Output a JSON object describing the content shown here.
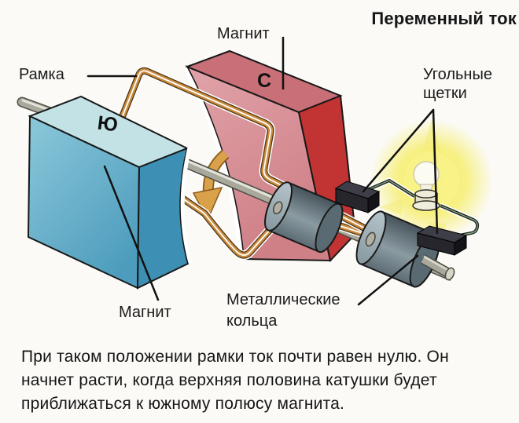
{
  "title": "Переменный ток",
  "labels": {
    "magnet_top": "Магнит",
    "frame": "Рамка",
    "brushes_line1": "Угольные",
    "brushes_line2": "щетки",
    "magnet_bottom": "Магнит",
    "rings_line1": "Металлические",
    "rings_line2": "кольца"
  },
  "poles": {
    "south": "Ю",
    "north": "С"
  },
  "caption": {
    "lines": [
      "При таком положении рамки ток почти равен нулю. Он",
      "начнет расти, когда верхняя половина катушки будет",
      "приближаться к южному полюсу магнита."
    ]
  },
  "colors": {
    "background": "#fbfaf6",
    "magnet_south_top": "#c2e2e6",
    "magnet_south_front": "#5fb0cc",
    "magnet_south_side": "#3d90b3",
    "magnet_north_top": "#c96f77",
    "magnet_north_front": "#d9939a",
    "magnet_north_side": "#c23434",
    "coil_wire": "#c98a3c",
    "shaft": "#a8a89c",
    "slip_rings": "#6b7b84",
    "brushes": "#26262c",
    "bulb_glow": "#f6ee6f",
    "rotation_arrow": "#d9a149",
    "text": "#1a1a1a"
  }
}
